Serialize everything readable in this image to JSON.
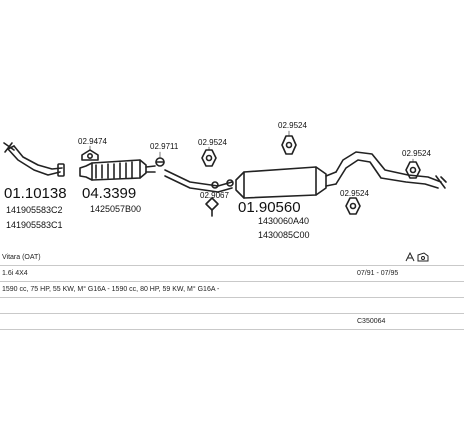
{
  "parts": {
    "downpipe": {
      "number": "01.10138",
      "refs": [
        "141905583C2",
        "141905583C1"
      ]
    },
    "catalyst": {
      "number": "04.3399",
      "refs": [
        "1425057B00"
      ]
    },
    "gasket_a": {
      "number": "02.9474"
    },
    "clamp_a": {
      "number": "02.9711"
    },
    "mount_a": {
      "number": "02.9524"
    },
    "mount_b": {
      "number": "02.9067"
    },
    "mount_top": {
      "number": "02.9524"
    },
    "middle_silencer": {
      "number": "01.90560",
      "refs": [
        "1430060A40",
        "1430085C00"
      ]
    },
    "mount_c": {
      "number": "02.9524"
    },
    "mount_d": {
      "number": "02.9524"
    }
  },
  "vehicle": {
    "model": "Vitara (OAT)",
    "engine": "1.6i 4X4",
    "years": "07/91 - 07/95",
    "spec": "1590 cc, 75 HP, 55 KW, M° G16A - 1590 cc, 80 HP, 59 KW, M° G16A -",
    "code": "C350064"
  }
}
